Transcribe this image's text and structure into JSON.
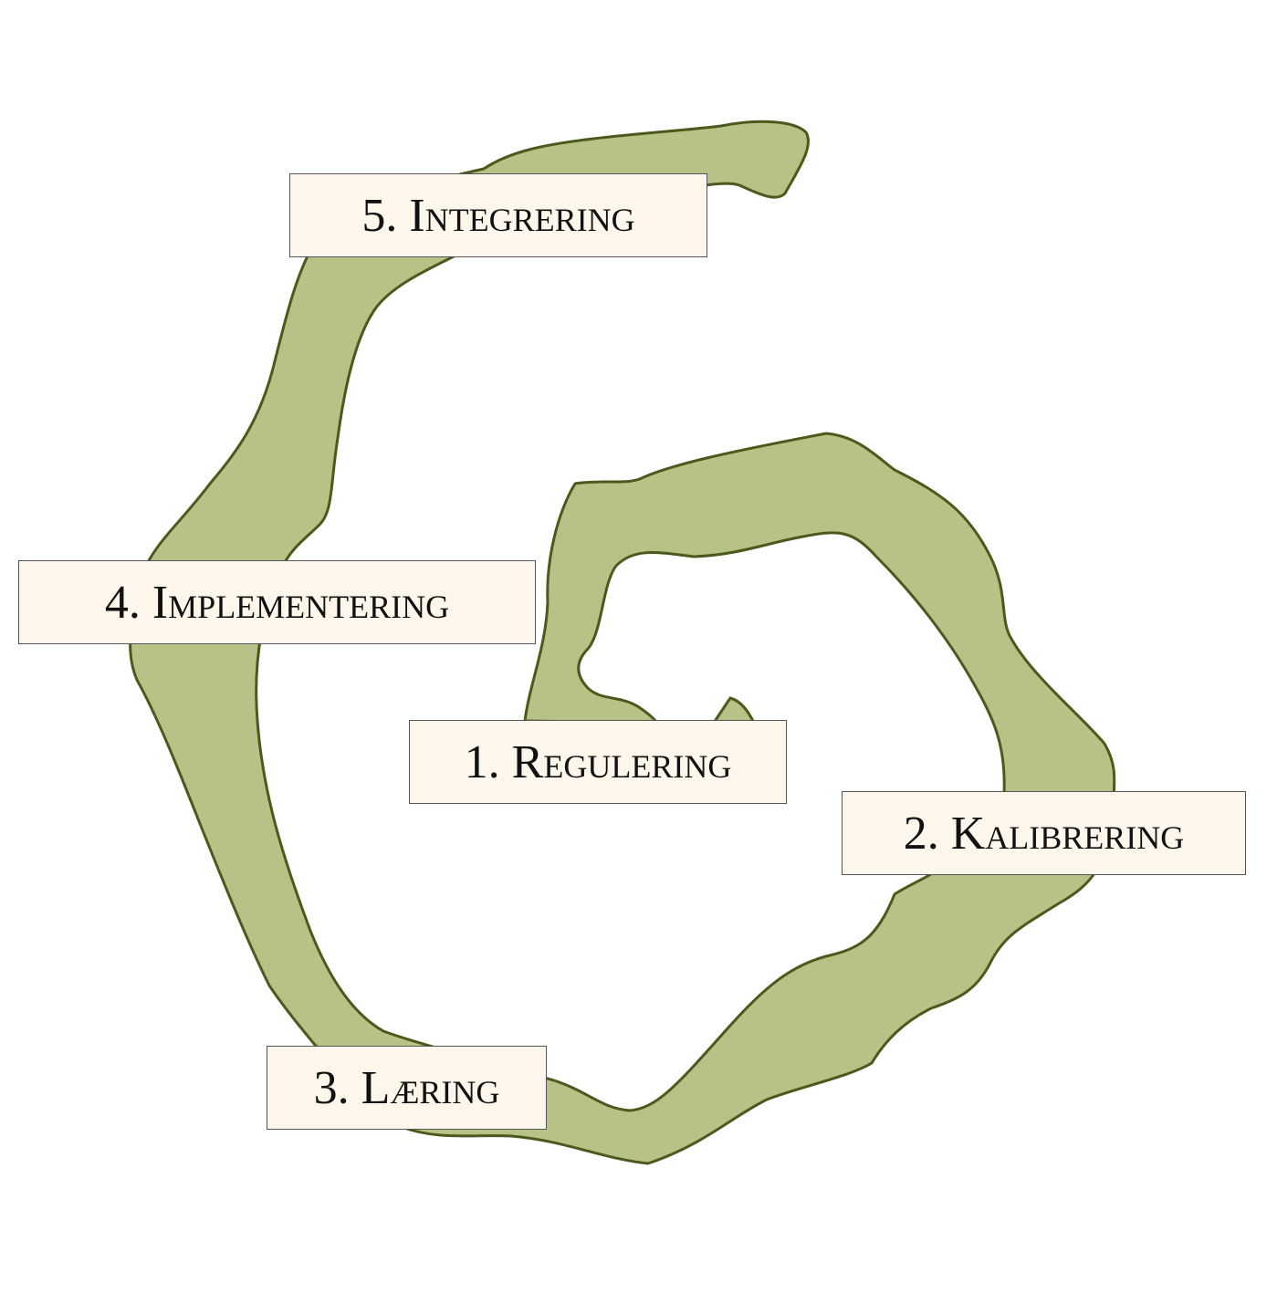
{
  "colors": {
    "band_fill": "#b7c287",
    "band_stroke": "#4b5a1c",
    "label_bg": "#fdf6ea"
  },
  "steps": [
    {
      "label": "1. Regulering"
    },
    {
      "label": "2. Kalibrering"
    },
    {
      "label": "3. Læring"
    },
    {
      "label": "4. Implementering"
    },
    {
      "label": "5. Integrering"
    }
  ]
}
